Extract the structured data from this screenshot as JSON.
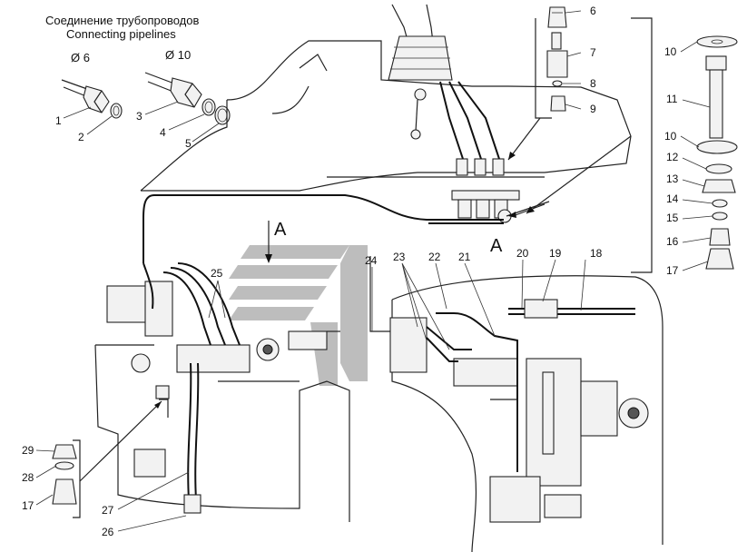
{
  "header": {
    "title_ru": "Соединение трубопроводов",
    "title_en": "Connecting pipelines"
  },
  "diameters": {
    "small": "Ø 6",
    "large": "Ø 10"
  },
  "section_letters": [
    "A",
    "A"
  ],
  "callouts": [
    "1",
    "2",
    "3",
    "4",
    "5",
    "6",
    "7",
    "8",
    "9",
    "10",
    "11",
    "10",
    "12",
    "13",
    "14",
    "15",
    "16",
    "17",
    "18",
    "19",
    "20",
    "21",
    "22",
    "23",
    "24",
    "25",
    "26",
    "27",
    "17",
    "28",
    "29"
  ],
  "watermark": {
    "color": "#bdbdbd"
  }
}
